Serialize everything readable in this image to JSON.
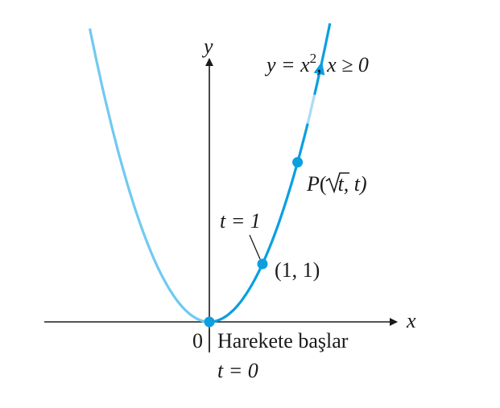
{
  "axes": {
    "x_label": "x",
    "y_label": "y"
  },
  "curve": {
    "equation": {
      "prefix": "y = x",
      "exponent": "2",
      "suffix": ", x ≥ 0"
    },
    "point_label": {
      "name": "P",
      "open": "(",
      "sqrt_arg": "t",
      "rest": ", t)"
    },
    "point_a_label": "(1, 1)",
    "t_one_label": "t = 1"
  },
  "start": {
    "origin_label": "0",
    "start_text": "Harekete başlar",
    "t_zero_label": "t = 0"
  },
  "colors": {
    "axis": "#1a1a1a",
    "path_dark": "#0a9fe0",
    "path_light": "#6fcaf0",
    "point": "#0a9fe0",
    "text": "#1a1a1a"
  }
}
